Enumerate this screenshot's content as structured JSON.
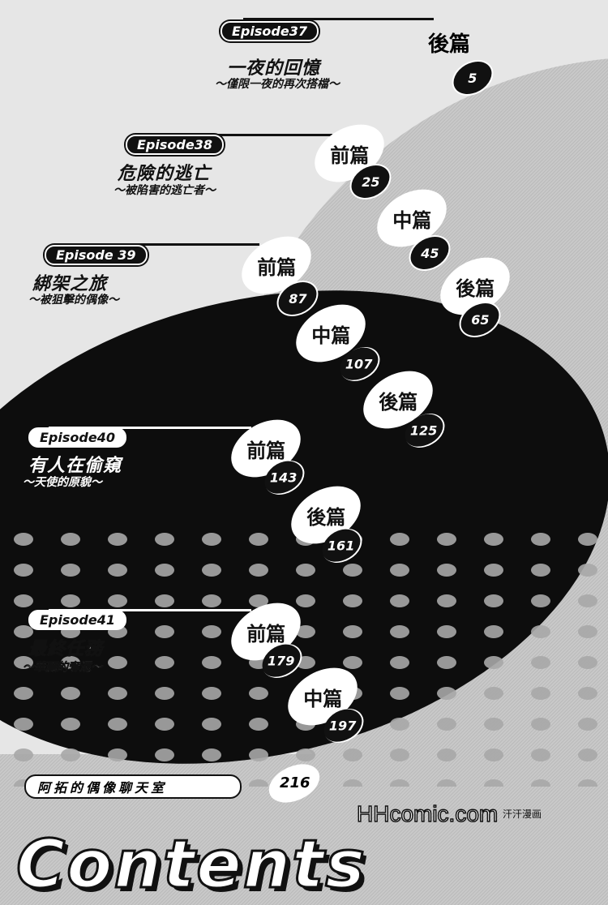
{
  "episodes": [
    {
      "label": "Episode37",
      "title": "一夜的回憶",
      "subtitle": "～僅限一夜的再次搭檔～",
      "parts": [
        {
          "name": "後篇",
          "page": "5"
        }
      ]
    },
    {
      "label": "Episode38",
      "title": "危險的逃亡",
      "subtitle": "～被陷害的逃亡者～",
      "parts": [
        {
          "name": "前篇",
          "page": "25"
        },
        {
          "name": "中篇",
          "page": "45"
        },
        {
          "name": "後篇",
          "page": "65"
        }
      ]
    },
    {
      "label": "Episode 39",
      "title": "綁架之旅",
      "subtitle": "～被狙擊的偶像～",
      "parts": [
        {
          "name": "前篇",
          "page": "87"
        },
        {
          "name": "中篇",
          "page": "107"
        },
        {
          "name": "後篇",
          "page": "125"
        }
      ]
    },
    {
      "label": "Episode40",
      "title": "有人在偷窺",
      "subtitle": "～天使的原貌～",
      "parts": [
        {
          "name": "前篇",
          "page": "143"
        },
        {
          "name": "後篇",
          "page": "161"
        }
      ]
    },
    {
      "label": "Episode41",
      "title": "最終任務",
      "subtitle": "～華麗的奪還～",
      "parts": [
        {
          "name": "前篇",
          "page": "179"
        },
        {
          "name": "中篇",
          "page": "197"
        }
      ]
    }
  ],
  "extra": {
    "title": "阿拓的偶像聊天室",
    "page": "216"
  },
  "heading": "Contents",
  "watermark": {
    "text": "HHcomic.com",
    "chinese": "汗汗漫画"
  }
}
